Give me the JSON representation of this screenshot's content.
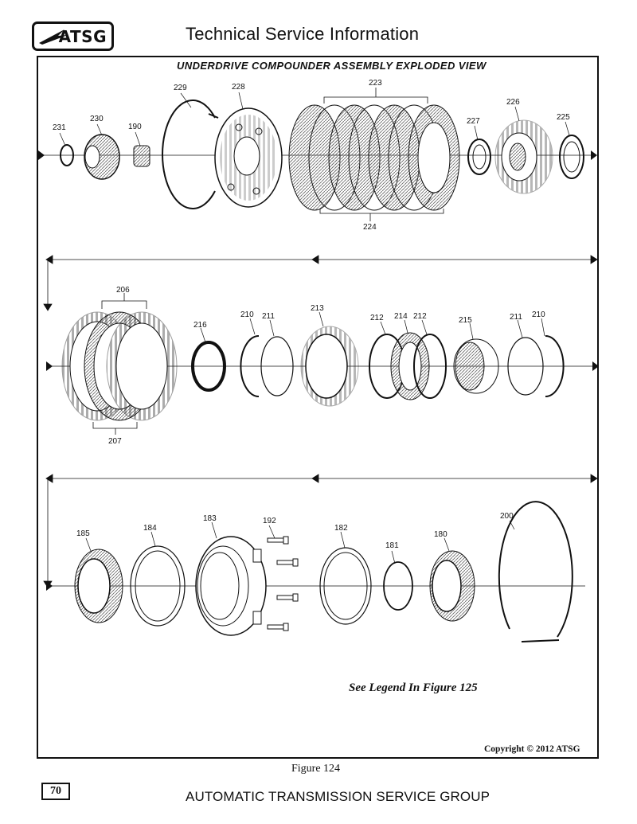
{
  "header": {
    "logo_text": "ATSG",
    "title": "Technical Service Information"
  },
  "section_title": "UNDERDRIVE COMPOUNDER ASSEMBLY EXPLODED VIEW",
  "callouts": {
    "row1": [
      "231",
      "230",
      "190",
      "229",
      "228",
      "223",
      "224",
      "227",
      "226",
      "225"
    ],
    "row2": [
      "206",
      "207",
      "216",
      "210",
      "211",
      "213",
      "212",
      "214",
      "212",
      "215",
      "211",
      "210"
    ],
    "row3": [
      "185",
      "184",
      "183",
      "192",
      "182",
      "181",
      "180",
      "200"
    ]
  },
  "legend_note": "See Legend In Figure 125",
  "copyright": "Copyright © 2012 ATSG",
  "figure_caption": "Figure 124",
  "page_number": "70",
  "footer_title": "AUTOMATIC TRANSMISSION SERVICE GROUP"
}
